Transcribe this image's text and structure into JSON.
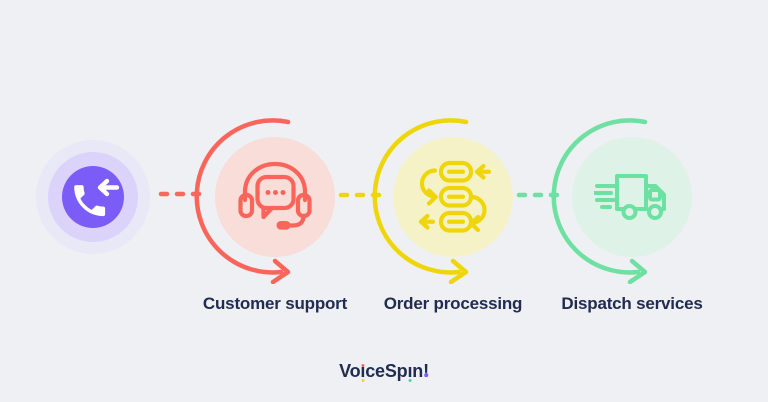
{
  "page": {
    "background": "#eef0f3"
  },
  "flow": {
    "source": {
      "name": "incoming-call",
      "icon": "incoming-call-icon",
      "core_color": "#7c5cf7",
      "ring_color": "#dbd3f9",
      "halo_color": "#e9e8f6"
    },
    "connectors": [
      {
        "style": "dashed",
        "color": "#f9685c"
      },
      {
        "style": "dashed",
        "color": "#efd60c"
      },
      {
        "style": "dashed",
        "color": "#6ee0a1"
      }
    ],
    "steps": [
      {
        "id": "customer-support",
        "label": "Customer support",
        "icon": "headset-icon",
        "accent": "#f9655a",
        "fill": "#f8ddd9"
      },
      {
        "id": "order-processing",
        "label": "Order processing",
        "icon": "workflow-icon",
        "accent": "#efd60c",
        "fill": "#f6f2c7"
      },
      {
        "id": "dispatch-services",
        "label": "Dispatch services",
        "icon": "delivery-truck-icon",
        "accent": "#6ee0a1",
        "fill": "#dff2e7"
      }
    ]
  },
  "logo": {
    "text": "VoiceSpin!",
    "p1": "Vo",
    "i1": "ı",
    "p2": "ce",
    "p3": "Sp",
    "i2": "ı",
    "p4": "n",
    "excl": "!",
    "dot_colors": {
      "tittle": "#f9685c",
      "under_i1": "#f2d70d",
      "under_i2": "#3fd6a5",
      "excl_dot": "#7c5cf7"
    }
  },
  "text_color": "#222c51"
}
